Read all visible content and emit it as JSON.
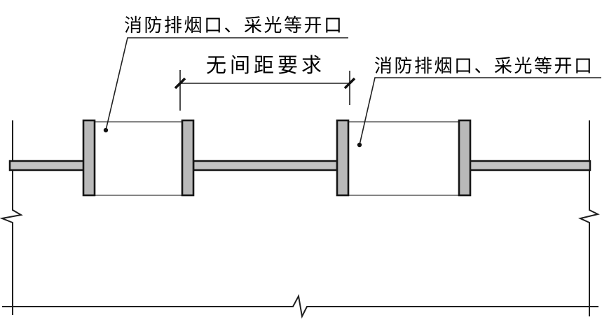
{
  "labels": {
    "left_opening": "消防排烟口、采光等开口",
    "no_spacing": "无间距要求",
    "right_opening": "消防排烟口、采光等开口"
  },
  "colors": {
    "background": "#ffffff",
    "line": "#1f1f1f",
    "text": "#000000",
    "wall_fill": "#c4c4c4",
    "jamb_fill": "#b9b9b9"
  }
}
